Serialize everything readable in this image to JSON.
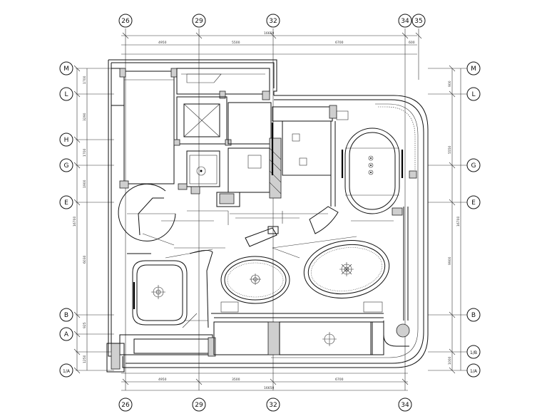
{
  "grid": {
    "columns": [
      "26",
      "29",
      "32",
      "34",
      "35"
    ],
    "rows": [
      "M",
      "L",
      "H",
      "G",
      "E",
      "B",
      "A",
      "1/B",
      "1/A"
    ],
    "rows_right": [
      "M",
      "L",
      "G",
      "E",
      "B",
      "1/B",
      "1/A"
    ]
  },
  "dims": {
    "top": [
      "4950",
      "5500",
      "6700",
      "600"
    ],
    "top_total": "16650",
    "bottom": [
      "4950",
      "3500",
      "6700"
    ],
    "bottom_total": "16650",
    "left": [
      "1700",
      "3290",
      "1700",
      "1900",
      "6030",
      "925",
      "1250"
    ],
    "left_total": "16700",
    "right": [
      "900",
      "5550",
      "9900",
      "1000"
    ],
    "right_total": "16700"
  },
  "colors": {
    "line": "#111111",
    "hatch": "#cfcfcf",
    "background": "#ffffff"
  }
}
